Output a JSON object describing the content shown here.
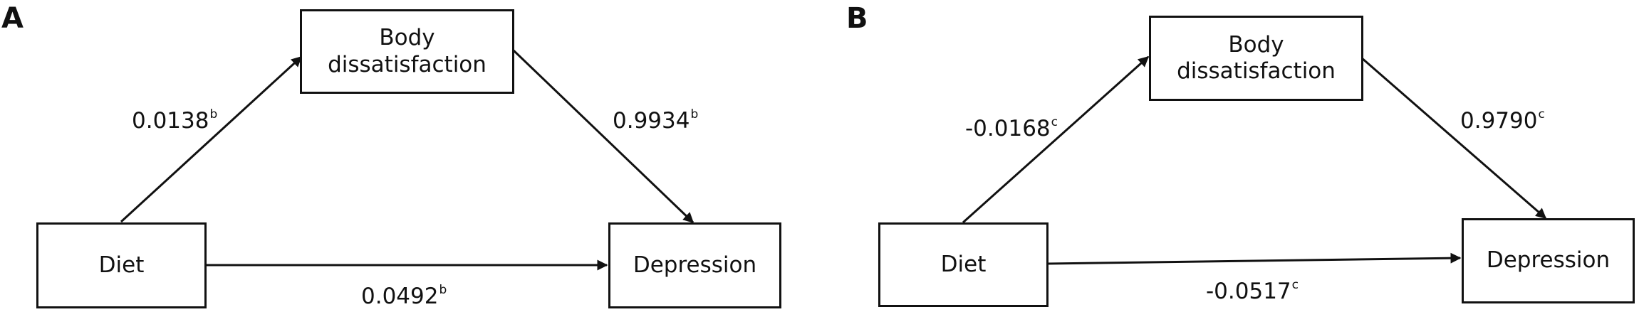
{
  "panels": [
    {
      "letter": "A",
      "nodes": {
        "mediator": "Body dissatisfaction",
        "predictor": "Diet",
        "outcome": "Depression"
      },
      "paths": {
        "a": {
          "value": "0.0138",
          "sup": "b"
        },
        "b": {
          "value": "0.9934",
          "sup": "b"
        },
        "c": {
          "value": "0.0492",
          "sup": "b"
        }
      }
    },
    {
      "letter": "B",
      "nodes": {
        "mediator": "Body dissatisfaction",
        "predictor": "Diet",
        "outcome": "Depression"
      },
      "paths": {
        "a": {
          "value": "-0.0168",
          "sup": "c"
        },
        "b": {
          "value": "0.9790",
          "sup": "c"
        },
        "c": {
          "value": "-0.0517",
          "sup": "c"
        }
      }
    }
  ]
}
